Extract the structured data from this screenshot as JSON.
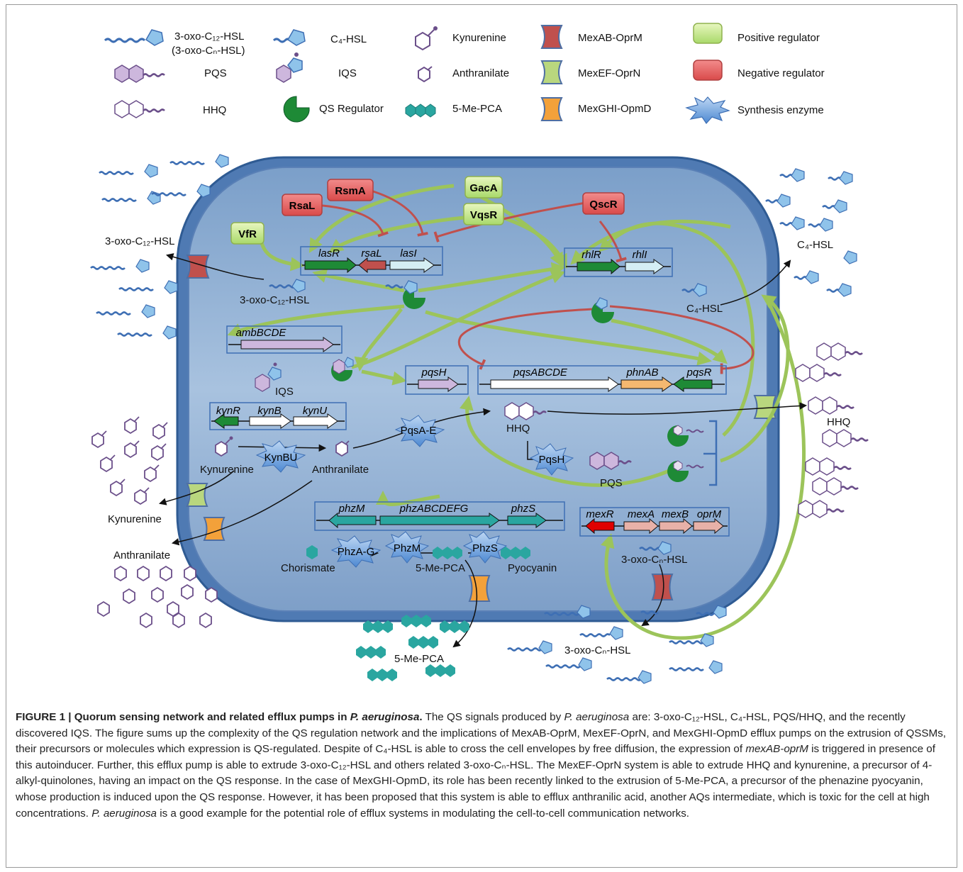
{
  "legend": {
    "oxo_c12": "3-oxo-C₁₂-HSL",
    "oxo_cn": "(3-oxo-Cₙ-HSL)",
    "c4": "C₄-HSL",
    "kynurenine": "Kynurenine",
    "mexab": "MexAB-OprM",
    "positive": "Positive regulator",
    "pqs": "PQS",
    "iqs": "IQS",
    "anthranilate": "Anthranilate",
    "mexef": "MexEF-OprN",
    "negative": "Negative regulator",
    "hhq": "HHQ",
    "qs_regulator": "QS Regulator",
    "me_pca": "5-Me-PCA",
    "mexghi": "MexGHI-OpmD",
    "synthesis": "Synthesis enzyme"
  },
  "regulators": {
    "rsma": "RsmA",
    "gaca": "GacA",
    "rsal": "RsaL",
    "vqsr": "VqsR",
    "qscr": "QscR",
    "vfr": "VfR"
  },
  "genes": {
    "lasr": "lasR",
    "rsal": "rsaL",
    "lasi": "lasI",
    "rhlr": "rhlR",
    "rhli": "rhlI",
    "amb": "ambBCDE",
    "pqsh": "pqsH",
    "pqsabcde": "pqsABCDE",
    "phnab": "phnAB",
    "pqsr": "pqsR",
    "kynr": "kynR",
    "kynb": "kynB",
    "kynu": "kynU",
    "phzm": "phzM",
    "phzabcdefg": "phzABCDEFG",
    "phzs": "phzS",
    "mexr": "mexR",
    "mexa": "mexA",
    "mexb": "mexB",
    "oprm": "oprM"
  },
  "enzymes": {
    "pqsae": "PqsA-E",
    "kynbu": "KynBU",
    "pqsh": "PqsH",
    "phzag": "PhzA-G",
    "phzm": "PhzM",
    "phzs": "PhzS"
  },
  "labels": {
    "oxo_c12_out": "3-oxo-C₁₂-HSL",
    "oxo_c12_in": "3-oxo-C₁₂-HSL",
    "c4_out": "C₄-HSL",
    "c4_in": "C₄-HSL",
    "iqs": "IQS",
    "hhq_in": "HHQ",
    "hhq_out": "HHQ",
    "pqs": "PQS",
    "kynurenine_in": "Kynurenine",
    "anthranilate_in": "Anthranilate",
    "kynurenine_out": "Kynurenine",
    "anthranilate_out": "Anthranilate",
    "chorismate": "Chorismate",
    "me_pca_in": "5-Me-PCA",
    "pyocyanin": "Pyocyanin",
    "me_pca_out": "5-Me-PCA",
    "oxo_cn_in": "3-oxo-Cₙ-HSL",
    "oxo_cn_out": "3-oxo-Cₙ-HSL"
  },
  "caption": {
    "label": "FIGURE 1 | Quorum sensing network and related efflux pumps in ",
    "label_species": "P. aeruginosa",
    "label_end": ".",
    "s1": " The QS signals produced by ",
    "s1_species": "P. aeruginosa",
    "s1b": " are: 3-oxo-C₁₂-HSL, C₄-HSL, PQS/HHQ, and the recently discovered IQS. The figure sums up the complexity of the QS regulation network and the implications of MexAB-OprM, MexEF-OprN, and MexGHI-OpmD efflux pumps on the extrusion of QSSMs, their precursors or molecules which expression is QS-regulated. Despite of C₄-HSL is able to cross the cell envelopes by free diffusion, the expression of ",
    "s1_gene": "mexAB-oprM",
    "s2": " is triggered in presence of this autoinducer. Further, this efflux pump is able to extrude 3-oxo-C₁₂-HSL and others related 3-oxo-Cₙ-HSL. The MexEF-OprN system is able to extrude HHQ and kynurenine, a precursor of 4-alkyl-quinolones, having an impact on the QS response. In the case of MexGHI-OpmD, its role has been recently linked to the extrusion of 5-Me-PCA, a precursor of the phenazine pyocyanin, whose production is induced upon the QS response. However, it has been proposed that this system is able to efflux anthranilic acid, another AQs intermediate, which is toxic for the cell at high concentrations. ",
    "s3_species": "P. aeruginosa",
    "s3": " is a good example for the potential role of efflux systems in modulating the cell-to-cell communication networks."
  }
}
